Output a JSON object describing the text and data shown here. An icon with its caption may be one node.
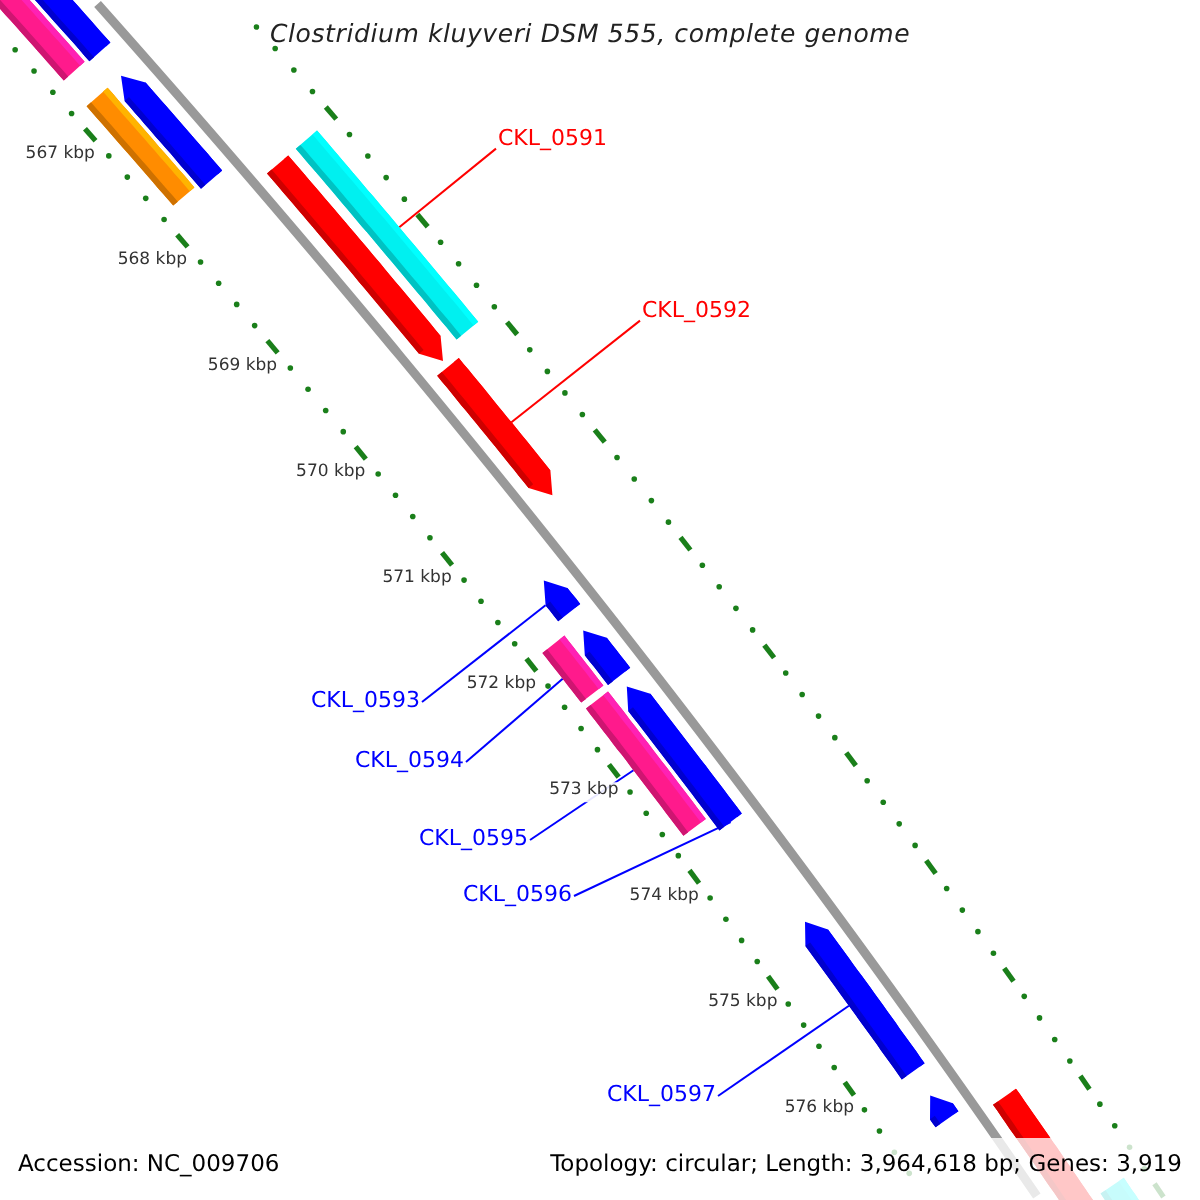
{
  "diagram": {
    "title": "Clostridium kluyveri DSM 555, complete genome",
    "nodes": [
      {
        "text": [
          "CKL_0591"
        ]
      },
      {
        "text": [],
        "shape": "bar"
      },
      {
        "text": [
          "CKL_0592"
        ]
      },
      {
        "text": [],
        "shape": "bar"
      },
      {
        "text": [
          "CKL_0593"
        ]
      },
      {
        "text": [],
        "shape": "bar"
      },
      {
        "text": [
          "CKL_0594"
        ]
      },
      {
        "text": [],
        "shape": "bar"
      },
      {
        "text": [
          "CKL_0595"
        ]
      },
      {
        "text": [],
        "shape": "bar"
      },
      {
        "text": [
          "CKL_0596"
        ]
      },
      {
        "text": [],
        "shape": "bar"
      },
      {
        "text": [
          "CKL_0597"
        ]
      },
      {
        "text": [],
        "shape": "bar"
      }
    ],
    "edges": [
      {
        "from": 0,
        "to": 1,
        "arrow": "none",
        "color": "#ff0000"
      },
      {
        "from": 2,
        "to": 3,
        "arrow": "none",
        "color": "#ff0000"
      },
      {
        "from": 4,
        "to": 5,
        "arrow": "none"
      },
      {
        "from": 6,
        "to": 7,
        "arrow": "none"
      },
      {
        "from": 8,
        "to": 9,
        "arrow": "none"
      },
      {
        "from": 10,
        "to": 11,
        "arrow": "none"
      },
      {
        "from": 12,
        "to": 13,
        "arrow": "none"
      }
    ],
    "labels": [
      "567 kbp",
      "568 kbp",
      "569 kbp",
      "570 kbp",
      "571 kbp",
      "572 kbp",
      "573 kbp",
      "574 kbp",
      "575 kbp",
      "576 kbp",
      "Accession: NC_009706",
      "Topology: circular; Length: 3,964,618 bp; Genes: 3,919"
    ]
  }
}
